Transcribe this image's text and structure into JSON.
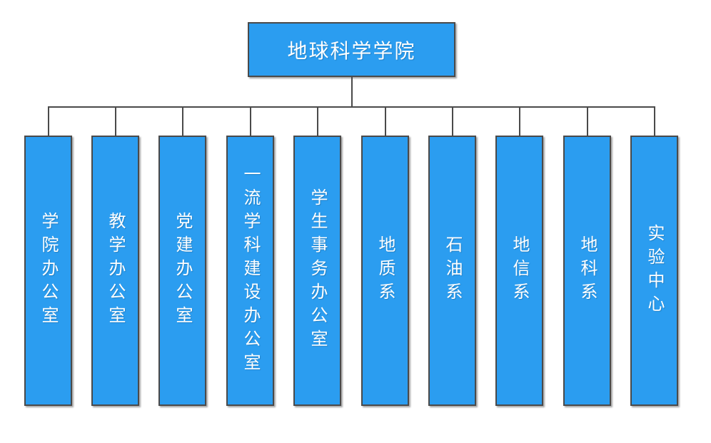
{
  "org_chart": {
    "type": "organization-chart",
    "root": {
      "label": "地球科学学院"
    },
    "children": [
      {
        "label": "学院办公室"
      },
      {
        "label": "教学办公室"
      },
      {
        "label": "党建办公室"
      },
      {
        "label": "一流学科建设办公室"
      },
      {
        "label": "学生事务办公室"
      },
      {
        "label": "地质系"
      },
      {
        "label": "石油系"
      },
      {
        "label": "地信系"
      },
      {
        "label": "地科系"
      },
      {
        "label": "实验中心"
      }
    ]
  },
  "colors": {
    "node_fill": "#2b9df0",
    "node_border": "#4a4a4a",
    "connector": "#4a4a4a",
    "text": "#ffffff",
    "background": "#ffffff"
  }
}
